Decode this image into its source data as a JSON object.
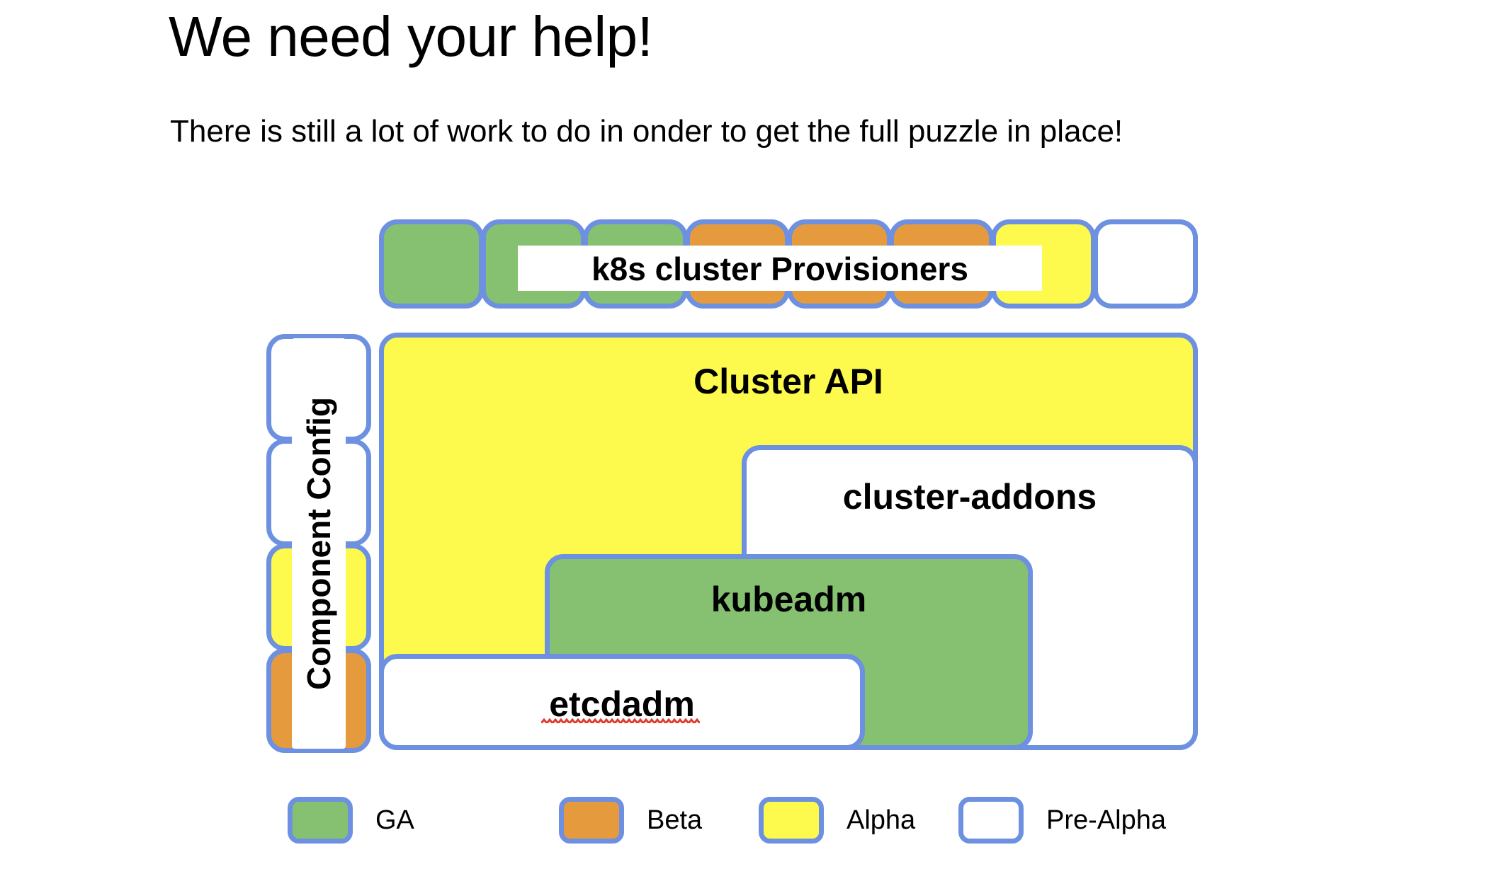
{
  "slide": {
    "title": "We need your help!",
    "subtitle": "There is still a lot of work to do in onder to get the full puzzle in place!"
  },
  "colors": {
    "border_blue": "#6d91e0",
    "ga_green": "#85c170",
    "beta_orange": "#e59b3d",
    "alpha_yellow": "#fdfa4d",
    "prealpha_white": "#ffffff",
    "spellcheck_red": "#e03b2f"
  },
  "provisioners_row": {
    "label": "k8s cluster Provisioners",
    "boxes": [
      {
        "status": "GA"
      },
      {
        "status": "GA"
      },
      {
        "status": "GA"
      },
      {
        "status": "Beta"
      },
      {
        "status": "Beta"
      },
      {
        "status": "Beta"
      },
      {
        "status": "Alpha"
      },
      {
        "status": "Pre-Alpha"
      }
    ]
  },
  "component_config_column": {
    "label": "Component Config",
    "boxes": [
      {
        "status": "Pre-Alpha"
      },
      {
        "status": "Pre-Alpha"
      },
      {
        "status": "Alpha"
      },
      {
        "status": "Beta"
      }
    ]
  },
  "stack": [
    {
      "label": "Cluster API",
      "status": "Alpha"
    },
    {
      "label": "cluster-addons",
      "status": "Pre-Alpha"
    },
    {
      "label": "kubeadm",
      "status": "GA"
    },
    {
      "label": "etcdadm",
      "status": "Pre-Alpha",
      "spellcheck_underline": true
    }
  ],
  "legend": {
    "items": [
      {
        "label": "GA",
        "status": "GA"
      },
      {
        "label": "Beta",
        "status": "Beta"
      },
      {
        "label": "Alpha",
        "status": "Alpha"
      },
      {
        "label": "Pre-Alpha",
        "status": "Pre-Alpha"
      }
    ]
  }
}
